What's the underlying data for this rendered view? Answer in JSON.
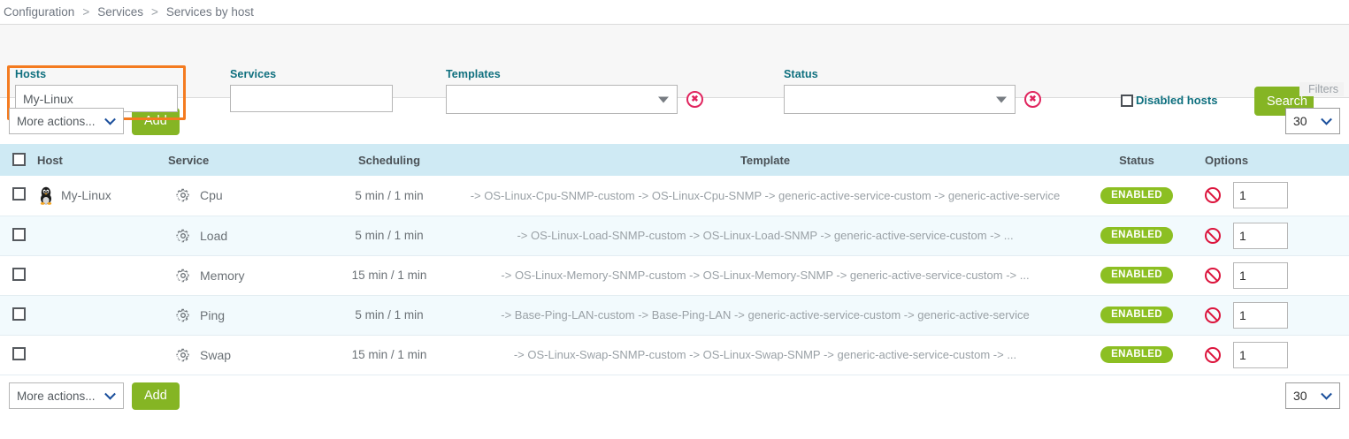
{
  "breadcrumb": {
    "items": [
      "Configuration",
      "Services",
      "Services by host"
    ],
    "separator": ">"
  },
  "filters": {
    "hosts": {
      "label": "Hosts",
      "value": "My-Linux",
      "placeholder": "",
      "highlighted": true
    },
    "services": {
      "label": "Services",
      "value": "",
      "placeholder": ""
    },
    "templates": {
      "label": "Templates",
      "value": "",
      "clear_icon": "clear-circle-icon"
    },
    "status": {
      "label": "Status",
      "value": "",
      "clear_icon": "clear-circle-icon"
    },
    "disabled_hosts": {
      "label": "Disabled hosts",
      "checked": false
    },
    "search_button": "Search",
    "filters_tag": "Filters",
    "highlight_color": "#f47b20",
    "label_color": "#0e6f7e"
  },
  "toolbar_top": {
    "more_actions": "More actions...",
    "add_label": "Add",
    "page_size": "30"
  },
  "toolbar_bottom": {
    "more_actions": "More actions...",
    "add_label": "Add",
    "page_size": "30"
  },
  "table": {
    "columns": [
      "Host",
      "Service",
      "Scheduling",
      "Template",
      "Status",
      "Options"
    ],
    "select_all_checkbox": false,
    "rows": [
      {
        "host": "My-Linux",
        "host_icon": "linux-penguin-icon",
        "service": "Cpu",
        "service_icon": "gear-icon",
        "scheduling": "5 min / 1 min",
        "template": "-> OS-Linux-Cpu-SNMP-custom -> OS-Linux-Cpu-SNMP -> generic-active-service-custom -> generic-active-service",
        "status": "ENABLED",
        "option_value": "1"
      },
      {
        "host": "",
        "host_icon": "",
        "service": "Load",
        "service_icon": "gear-icon",
        "scheduling": "5 min / 1 min",
        "template": "-> OS-Linux-Load-SNMP-custom -> OS-Linux-Load-SNMP -> generic-active-service-custom -> ...",
        "status": "ENABLED",
        "option_value": "1"
      },
      {
        "host": "",
        "host_icon": "",
        "service": "Memory",
        "service_icon": "gear-icon",
        "scheduling": "15 min / 1 min",
        "template": "-> OS-Linux-Memory-SNMP-custom -> OS-Linux-Memory-SNMP -> generic-active-service-custom -> ...",
        "status": "ENABLED",
        "option_value": "1"
      },
      {
        "host": "",
        "host_icon": "",
        "service": "Ping",
        "service_icon": "gear-icon",
        "scheduling": "5 min / 1 min",
        "template": "-> Base-Ping-LAN-custom -> Base-Ping-LAN -> generic-active-service-custom -> generic-active-service",
        "status": "ENABLED",
        "option_value": "1"
      },
      {
        "host": "",
        "host_icon": "",
        "service": "Swap",
        "service_icon": "gear-icon",
        "scheduling": "15 min / 1 min",
        "template": "-> OS-Linux-Swap-SNMP-custom -> OS-Linux-Swap-SNMP -> generic-active-service-custom -> ...",
        "status": "ENABLED",
        "option_value": "1"
      }
    ]
  },
  "colors": {
    "green_button": "#85b524",
    "badge_green": "#8cbf22",
    "header_blue": "#cfeaf4",
    "row_alt": "#f2fafd",
    "teal_label": "#0e6f7e",
    "red_icon": "#dc143c",
    "orange_highlight": "#f47b20"
  }
}
